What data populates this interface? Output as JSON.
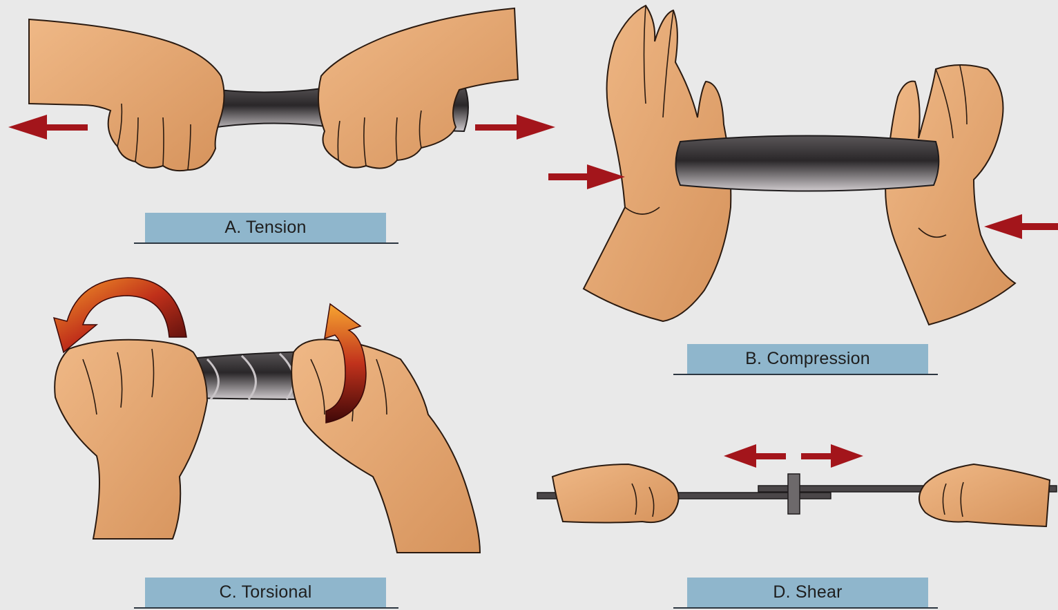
{
  "panels": {
    "tension": {
      "label": "A. Tension"
    },
    "compression": {
      "label": "B. Compression"
    },
    "torsional": {
      "label": "C. Torsional"
    },
    "shear": {
      "label": "D. Shear"
    }
  },
  "colors": {
    "background": "#e9e9e9",
    "label_fill": "#8fb6cc",
    "skin": "#e3a46f",
    "skin_shadow": "#c9834e",
    "outline": "#2a1a10",
    "bar_dark": "#2d2a2c",
    "bar_light": "#8a8588",
    "force_arrow": "#a3151b",
    "torsion_arrow_hot": "#f28a1f",
    "torsion_arrow_dark": "#5c0d0d"
  }
}
